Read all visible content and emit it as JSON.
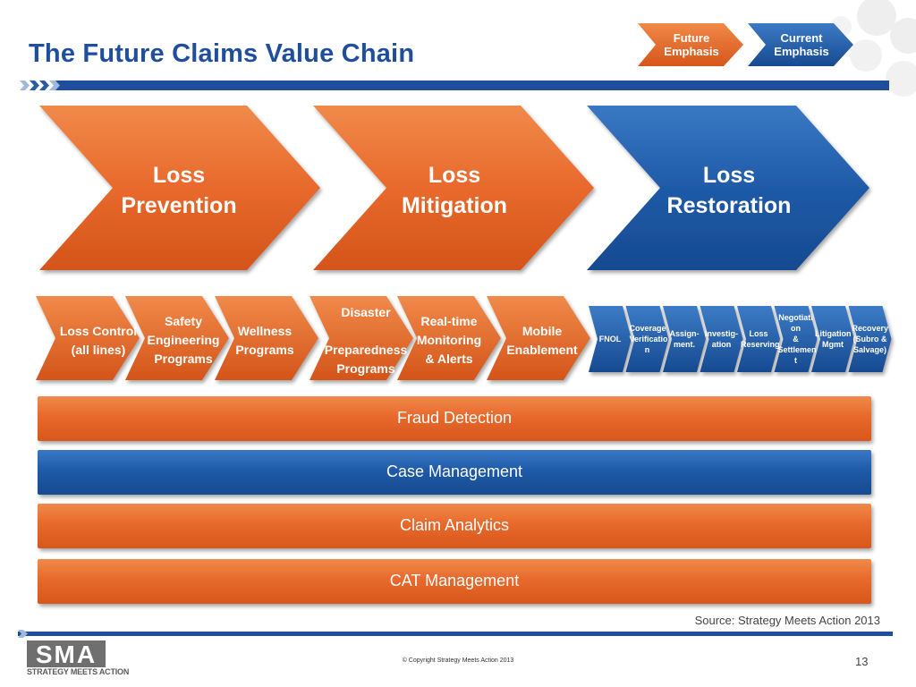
{
  "header": {
    "title": "The Future Claims Value Chain"
  },
  "legend": {
    "future_line1": "Future",
    "future_line2": "Emphasis",
    "current_line1": "Current",
    "current_line2": "Emphasis"
  },
  "colors": {
    "orange": "#e8692c",
    "blue": "#1e5aa8",
    "title_blue": "#1f4e9c"
  },
  "stages": [
    {
      "line1": "Loss",
      "line2": "Prevention",
      "emphasis": "future"
    },
    {
      "line1": "Loss",
      "line2": "Mitigation",
      "emphasis": "future"
    },
    {
      "line1": "Loss",
      "line2": "Restoration",
      "emphasis": "current"
    }
  ],
  "activities": [
    {
      "line1": "Loss Control",
      "line2": "(all lines)",
      "line3": ""
    },
    {
      "line1": "Safety",
      "line2": "Engineering",
      "line3": "Programs"
    },
    {
      "line1": "Wellness",
      "line2": "Programs",
      "line3": ""
    },
    {
      "line1": "Disaster",
      "line2": "",
      "line3": "Preparedness",
      "line4": "Programs"
    },
    {
      "line1": "Real-time",
      "line2": "Monitoring",
      "line3": "& Alerts"
    },
    {
      "line1": "Mobile",
      "line2": "Enablement",
      "line3": ""
    }
  ],
  "restoration_steps": [
    {
      "lines": [
        "FNOL"
      ]
    },
    {
      "lines": [
        "Coverage",
        "Verificatio",
        "n"
      ]
    },
    {
      "lines": [
        "Assign-",
        "ment."
      ]
    },
    {
      "lines": [
        "Investig-",
        "ation"
      ]
    },
    {
      "lines": [
        "Loss",
        "Reserving"
      ]
    },
    {
      "lines": [
        "Negotiati",
        "on",
        "&",
        "Settlemen",
        "t"
      ]
    },
    {
      "lines": [
        "Litigation",
        "Mgmt"
      ]
    },
    {
      "lines": [
        "Recovery",
        "(Subro &",
        "Salvage)"
      ]
    }
  ],
  "bars": [
    {
      "label": "Fraud Detection",
      "emphasis": "future"
    },
    {
      "label": "Case Management",
      "emphasis": "current"
    },
    {
      "label": "Claim Analytics",
      "emphasis": "future"
    },
    {
      "label": "CAT Management",
      "emphasis": "future"
    }
  ],
  "footer": {
    "source": "Source: Strategy Meets Action 2013",
    "copyright": "© Copyright Strategy Meets Action 2013",
    "page_number": "13",
    "logo_text": "SMA",
    "logo_subtitle": "STRATEGY MEETS ACTION"
  }
}
